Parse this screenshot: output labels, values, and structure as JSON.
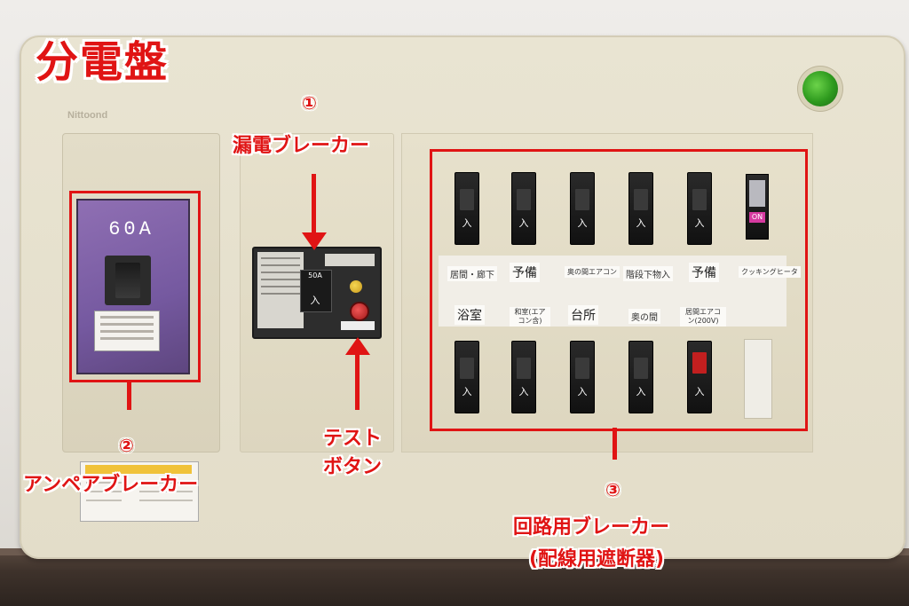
{
  "title": "分電盤",
  "brand": "Nittoond",
  "labels": {
    "leak_num": "①",
    "leak": "漏電ブレーカー",
    "amp_num": "②",
    "amp": "アンペアブレーカー",
    "test_line1": "テスト",
    "test_line2": "ボタン",
    "circuit_num": "③",
    "circuit_line1": "回路用ブレーカー",
    "circuit_line2": "(配線用遮断器)"
  },
  "amp_breaker": {
    "rating": "60A"
  },
  "leak_breaker": {
    "rating": "50A"
  },
  "circuit_top_labels": [
    "居間・廊下",
    "予備",
    "奥の間エアコン",
    "階段下物入",
    "予備",
    "クッキングヒータ"
  ],
  "circuit_bottom_labels": [
    "浴室",
    "和室(エアコン含)",
    "台所",
    "奥の間",
    "居間エアコン(200V)"
  ],
  "switch_mark": "入",
  "on_mark": "ON",
  "colors": {
    "accent": "#e01414",
    "led": "#2e9a1e"
  }
}
